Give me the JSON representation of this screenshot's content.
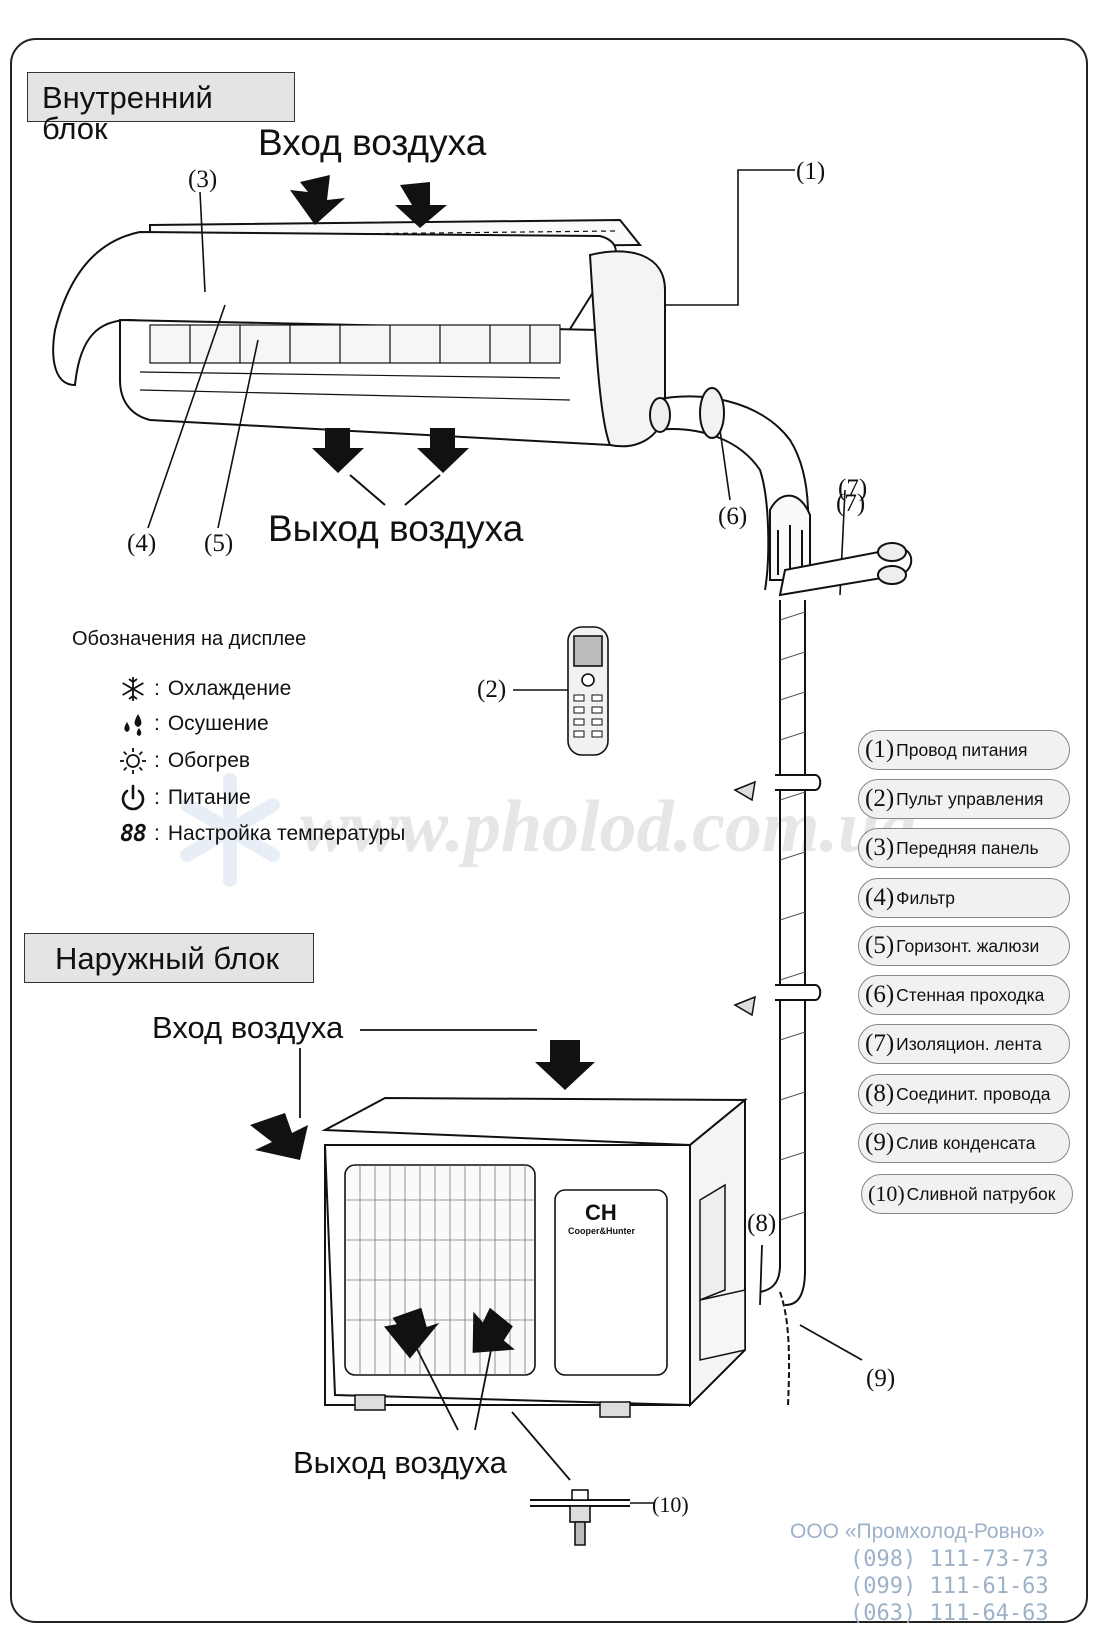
{
  "indoor": {
    "title": "Внутренний блок",
    "air_in": "Вход воздуха",
    "air_out": "Выход воздуха"
  },
  "outdoor": {
    "title": "Наружный блок",
    "air_in": "Вход воздуха",
    "air_out": "Выход воздуха"
  },
  "callouts": {
    "n1": "(1)",
    "n2": "(2)",
    "n3": "(3)",
    "n4": "(4)",
    "n5": "(5)",
    "n6": "(6)",
    "n7a": "(7)",
    "n7b": "(7)",
    "n8": "(8)",
    "n9": "(9)",
    "n10": "(10)"
  },
  "legend": {
    "title": "Обозначения на дисплее",
    "colon": ":",
    "items": [
      {
        "icon": "snowflake-icon",
        "label": "Охлаждение"
      },
      {
        "icon": "drops-icon",
        "label": "Осушение"
      },
      {
        "icon": "sun-icon",
        "label": "Обогрев"
      },
      {
        "icon": "power-icon",
        "label": "Питание"
      },
      {
        "icon": "segment-88-icon",
        "symbol": "88",
        "label": "Настройка температуры"
      }
    ]
  },
  "parts": [
    {
      "num": "(1)",
      "label": "Провод питания"
    },
    {
      "num": "(2)",
      "label": "Пульт управления"
    },
    {
      "num": "(3)",
      "label": "Передняя панель"
    },
    {
      "num": "(4)",
      "label": "Фильтр"
    },
    {
      "num": "(5)",
      "label": "Горизонт. жалюзи"
    },
    {
      "num": "(6)",
      "label": "Стенная проходка"
    },
    {
      "num": "(7)",
      "label": "Изоляцион. лента"
    },
    {
      "num": "(8)",
      "label": "Соединит. провода"
    },
    {
      "num": "(9)",
      "label": "Слив конденсата"
    },
    {
      "num": "(10)",
      "label": "Сливной патрубок"
    }
  ],
  "brand": {
    "logo": "CH",
    "name": "Cooper&Hunter"
  },
  "watermark": "www.pholod.com.ua",
  "company": {
    "name": "ООО «Промхолод-Ровно»",
    "phones": [
      "(098) 111-73-73",
      "(099) 111-61-63",
      "(063) 111-64-63"
    ]
  }
}
